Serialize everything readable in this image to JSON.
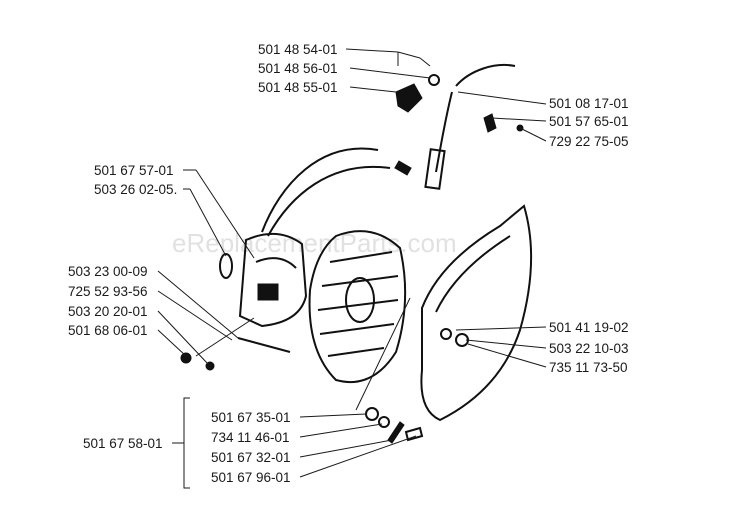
{
  "watermark": "eReplacementParts.com",
  "labels": {
    "p1": "501 48 54-01",
    "p2": "501 48 56-01",
    "p3": "501 48 55-01",
    "p4": "501 08 17-01",
    "p5": "501 57 65-01",
    "p6": "729 22 75-05",
    "p7": "501 67 57-01",
    "p8": "503 26 02-05.",
    "p9": "503 23 00-09",
    "p10": "725 52 93-56",
    "p11": "503 20 20-01",
    "p12": "501 68 06-01",
    "p13": "501 41 19-02",
    "p14": "503 22 10-03",
    "p15": "735 11 73-50",
    "p16": "501 67 35-01",
    "p17": "734 11 46-01",
    "p18": "501 67 32-01",
    "p19": "501 67 96-01",
    "p20": "501 67 58-01"
  }
}
